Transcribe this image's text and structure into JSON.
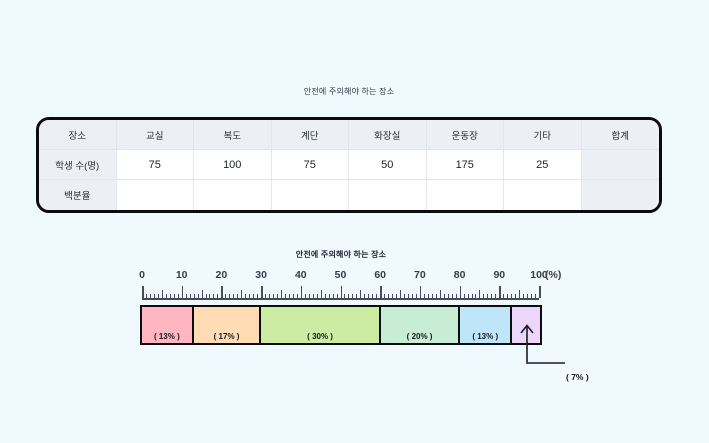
{
  "page": {
    "background_color": "#f0f9fe"
  },
  "table": {
    "title": "안전에 주의해야 하는 장소",
    "columns": [
      "장소",
      "교실",
      "복도",
      "계단",
      "화장실",
      "운동장",
      "기타",
      "합계"
    ],
    "rows": [
      {
        "label": "학생 수(명)",
        "values": [
          "75",
          "100",
          "75",
          "50",
          "175",
          "25",
          ""
        ]
      },
      {
        "label": "백분율",
        "values": [
          "",
          "",
          "",
          "",
          "",
          "",
          ""
        ]
      }
    ],
    "header_bg": "#edeff6",
    "border_color": "#0c0c10"
  },
  "chart_data": {
    "type": "bar",
    "subtype": "percentage-band-graph",
    "title": "안전에 주의해야 하는 장소",
    "axis": {
      "min": 0,
      "max": 100,
      "major_step": 10,
      "mid_step": 5,
      "minor_step": 1,
      "unit_label": "(%)",
      "tick_labels": [
        "0",
        "10",
        "20",
        "30",
        "40",
        "50",
        "60",
        "70",
        "80",
        "90",
        "100"
      ]
    },
    "segments": [
      {
        "percent": 13,
        "label": "( 13% )",
        "color": "#ffb6c1",
        "label_position": "inside"
      },
      {
        "percent": 17,
        "label": "( 17% )",
        "color": "#ffdcb3",
        "label_position": "inside"
      },
      {
        "percent": 30,
        "label": "( 30% )",
        "color": "#cdeca3",
        "label_position": "inside"
      },
      {
        "percent": 20,
        "label": "( 20% )",
        "color": "#c7eed5",
        "label_position": "inside"
      },
      {
        "percent": 13,
        "label": "( 13% )",
        "color": "#bfe6f8",
        "label_position": "inside"
      },
      {
        "percent": 7,
        "label": "( 7% )",
        "color": "#ecd6f9",
        "label_position": "callout"
      }
    ],
    "callout": {
      "label": "( 7% )"
    },
    "grid": false,
    "legend": false
  }
}
